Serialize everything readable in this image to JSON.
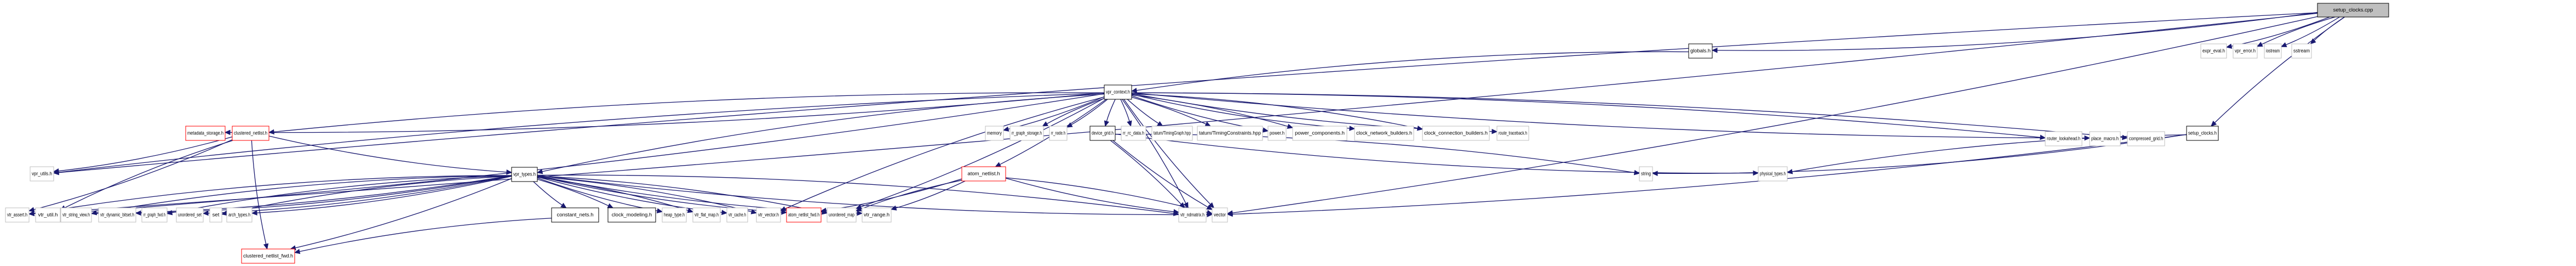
{
  "diagram": {
    "type": "include-dependency-graph",
    "root": "setup_clocks.cpp",
    "colors": {
      "edge": "#191970",
      "root_fill": "#bfbfbf",
      "root_border": "#000000",
      "documented_border": "#000000",
      "external_border": "#bfbfbf",
      "incomplete_border": "#ff0000",
      "node_fill": "#ffffff"
    },
    "nodes": [
      {
        "id": "setup_clocks_cpp",
        "label": "setup_clocks.cpp",
        "style": "root"
      },
      {
        "id": "expr_eval_h",
        "label": "expr_eval.h",
        "style": "external"
      },
      {
        "id": "vpr_error_h",
        "label": "vpr_error.h",
        "style": "external"
      },
      {
        "id": "iostream",
        "label": "iostream",
        "style": "external"
      },
      {
        "id": "sstream",
        "label": "sstream",
        "style": "external"
      },
      {
        "id": "globals_h",
        "label": "globals.h",
        "style": "documented"
      },
      {
        "id": "vpr_context_h",
        "label": "vpr_context.h",
        "style": "documented"
      },
      {
        "id": "metadata_storage_h",
        "label": "metadata_storage.h",
        "style": "incomplete"
      },
      {
        "id": "clustered_netlist_h",
        "label": "clustered_netlist.h",
        "style": "incomplete"
      },
      {
        "id": "memory",
        "label": "memory",
        "style": "external"
      },
      {
        "id": "rr_graph_storage_h",
        "label": "rr_graph_storage.h",
        "style": "external"
      },
      {
        "id": "rr_node_h",
        "label": "rr_node.h",
        "style": "external"
      },
      {
        "id": "device_grid_h",
        "label": "device_grid.h",
        "style": "documented"
      },
      {
        "id": "rr_rc_data_h",
        "label": "rr_rc_data.h",
        "style": "external"
      },
      {
        "id": "tatum_timinggraph",
        "label": "tatum/TimingGraph.hpp",
        "style": "external"
      },
      {
        "id": "tatum_timingconstraints",
        "label": "tatum/TimingConstraints.hpp",
        "style": "external"
      },
      {
        "id": "power_h",
        "label": "power.h",
        "style": "external"
      },
      {
        "id": "power_components_h",
        "label": "power_components.h",
        "style": "external"
      },
      {
        "id": "clock_network_builders_h",
        "label": "clock_network_builders.h",
        "style": "external"
      },
      {
        "id": "clock_connection_builders_h",
        "label": "clock_connection_builders.h",
        "style": "external"
      },
      {
        "id": "route_traceback_h",
        "label": "route_traceback.h",
        "style": "external"
      },
      {
        "id": "router_lookahead_h",
        "label": "router_lookahead.h",
        "style": "external"
      },
      {
        "id": "place_macro_h",
        "label": "place_macro.h",
        "style": "external"
      },
      {
        "id": "compressed_grid_h",
        "label": "compressed_grid.h",
        "style": "external"
      },
      {
        "id": "setup_clocks_h",
        "label": "setup_clocks.h",
        "style": "documented"
      },
      {
        "id": "vpr_utils_h",
        "label": "vpr_utils.h",
        "style": "external"
      },
      {
        "id": "vpr_types_h",
        "label": "vpr_types.h",
        "style": "documented"
      },
      {
        "id": "atom_netlist_h",
        "label": "atom_netlist.h",
        "style": "incomplete"
      },
      {
        "id": "string",
        "label": "string",
        "style": "external"
      },
      {
        "id": "physical_types_h",
        "label": "physical_types.h",
        "style": "external"
      },
      {
        "id": "vtr_assert_h",
        "label": "vtr_assert.h",
        "style": "external"
      },
      {
        "id": "vtr_util_h",
        "label": "vtr_util.h",
        "style": "external"
      },
      {
        "id": "vtr_string_view_h",
        "label": "vtr_string_view.h",
        "style": "external"
      },
      {
        "id": "vtr_dynamic_bitset_h",
        "label": "vtr_dynamic_bitset.h",
        "style": "external"
      },
      {
        "id": "rr_graph_fwd_h",
        "label": "rr_graph_fwd.h",
        "style": "external"
      },
      {
        "id": "unordered_set",
        "label": "unordered_set",
        "style": "external"
      },
      {
        "id": "set",
        "label": "set",
        "style": "external"
      },
      {
        "id": "arch_types_h",
        "label": "arch_types.h",
        "style": "external"
      },
      {
        "id": "constant_nets_h",
        "label": "constant_nets.h",
        "style": "documented"
      },
      {
        "id": "clock_modeling_h",
        "label": "clock_modeling.h",
        "style": "documented"
      },
      {
        "id": "heap_type_h",
        "label": "heap_type.h",
        "style": "external"
      },
      {
        "id": "vtr_flat_map_h",
        "label": "vtr_flat_map.h",
        "style": "external"
      },
      {
        "id": "vtr_cache_h",
        "label": "vtr_cache.h",
        "style": "external"
      },
      {
        "id": "vtr_vector_h",
        "label": "vtr_vector.h",
        "style": "external"
      },
      {
        "id": "atom_netlist_fwd_h",
        "label": "atom_netlist_fwd.h",
        "style": "incomplete"
      },
      {
        "id": "unordered_map",
        "label": "unordered_map",
        "style": "external"
      },
      {
        "id": "vtr_range_h",
        "label": "vtr_range.h",
        "style": "external"
      },
      {
        "id": "vtr_ndmatrix_h",
        "label": "vtr_ndmatrix.h",
        "style": "external"
      },
      {
        "id": "vector",
        "label": "vector",
        "style": "external"
      },
      {
        "id": "clustered_netlist_fwd_h",
        "label": "clustered_netlist_fwd.h",
        "style": "incomplete"
      }
    ],
    "edges": [
      [
        "setup_clocks_cpp",
        "expr_eval_h"
      ],
      [
        "setup_clocks_cpp",
        "vpr_error_h"
      ],
      [
        "setup_clocks_cpp",
        "iostream"
      ],
      [
        "setup_clocks_cpp",
        "sstream"
      ],
      [
        "setup_clocks_cpp",
        "globals_h"
      ],
      [
        "setup_clocks_cpp",
        "setup_clocks_h"
      ],
      [
        "setup_clocks_cpp",
        "vtr_assert_h"
      ],
      [
        "setup_clocks_cpp",
        "vpr_utils_h"
      ],
      [
        "setup_clocks_cpp",
        "vector"
      ],
      [
        "globals_h",
        "vpr_context_h"
      ],
      [
        "vpr_context_h",
        "metadata_storage_h"
      ],
      [
        "vpr_context_h",
        "clustered_netlist_h"
      ],
      [
        "vpr_context_h",
        "memory"
      ],
      [
        "vpr_context_h",
        "rr_graph_storage_h"
      ],
      [
        "vpr_context_h",
        "rr_node_h"
      ],
      [
        "vpr_context_h",
        "device_grid_h"
      ],
      [
        "vpr_context_h",
        "rr_rc_data_h"
      ],
      [
        "vpr_context_h",
        "tatum_timinggraph"
      ],
      [
        "vpr_context_h",
        "tatum_timingconstraints"
      ],
      [
        "vpr_context_h",
        "power_h"
      ],
      [
        "vpr_context_h",
        "power_components_h"
      ],
      [
        "vpr_context_h",
        "clock_network_builders_h"
      ],
      [
        "vpr_context_h",
        "clock_connection_builders_h"
      ],
      [
        "vpr_context_h",
        "route_traceback_h"
      ],
      [
        "vpr_context_h",
        "router_lookahead_h"
      ],
      [
        "vpr_context_h",
        "place_macro_h"
      ],
      [
        "vpr_context_h",
        "compressed_grid_h"
      ],
      [
        "vpr_context_h",
        "vpr_types_h"
      ],
      [
        "vpr_context_h",
        "atom_netlist_h"
      ],
      [
        "vpr_context_h",
        "vpr_utils_h"
      ],
      [
        "vpr_context_h",
        "vtr_ndmatrix_h"
      ],
      [
        "vpr_context_h",
        "vector"
      ],
      [
        "vpr_context_h",
        "unordered_map"
      ],
      [
        "vpr_context_h",
        "vtr_vector_h"
      ],
      [
        "vpr_context_h",
        "vtr_util_h"
      ],
      [
        "clustered_netlist_h",
        "vpr_types_h"
      ],
      [
        "clustered_netlist_h",
        "vpr_utils_h"
      ],
      [
        "clustered_netlist_h",
        "vtr_util_h"
      ],
      [
        "clustered_netlist_h",
        "vtr_assert_h"
      ],
      [
        "clustered_netlist_h",
        "clustered_netlist_fwd_h"
      ],
      [
        "device_grid_h",
        "string"
      ],
      [
        "device_grid_h",
        "physical_types_h"
      ],
      [
        "device_grid_h",
        "vtr_ndmatrix_h"
      ],
      [
        "device_grid_h",
        "vector"
      ],
      [
        "setup_clocks_h",
        "string"
      ],
      [
        "setup_clocks_h",
        "physical_types_h"
      ],
      [
        "setup_clocks_h",
        "vector"
      ],
      [
        "vpr_types_h",
        "vtr_assert_h"
      ],
      [
        "vpr_types_h",
        "vtr_util_h"
      ],
      [
        "vpr_types_h",
        "vtr_string_view_h"
      ],
      [
        "vpr_types_h",
        "vtr_dynamic_bitset_h"
      ],
      [
        "vpr_types_h",
        "rr_graph_fwd_h"
      ],
      [
        "vpr_types_h",
        "unordered_set"
      ],
      [
        "vpr_types_h",
        "set"
      ],
      [
        "vpr_types_h",
        "arch_types_h"
      ],
      [
        "vpr_types_h",
        "constant_nets_h"
      ],
      [
        "vpr_types_h",
        "clock_modeling_h"
      ],
      [
        "vpr_types_h",
        "heap_type_h"
      ],
      [
        "vpr_types_h",
        "vtr_flat_map_h"
      ],
      [
        "vpr_types_h",
        "vtr_cache_h"
      ],
      [
        "vpr_types_h",
        "vtr_vector_h"
      ],
      [
        "vpr_types_h",
        "atom_netlist_fwd_h"
      ],
      [
        "vpr_types_h",
        "unordered_map"
      ],
      [
        "vpr_types_h",
        "vtr_range_h"
      ],
      [
        "vpr_types_h",
        "vtr_ndmatrix_h"
      ],
      [
        "vpr_types_h",
        "vector"
      ],
      [
        "vpr_types_h",
        "clustered_netlist_fwd_h"
      ],
      [
        "constant_nets_h",
        "clustered_netlist_fwd_h"
      ],
      [
        "atom_netlist_h",
        "atom_netlist_fwd_h"
      ],
      [
        "atom_netlist_h",
        "unordered_map"
      ],
      [
        "atom_netlist_h",
        "vtr_range_h"
      ],
      [
        "atom_netlist_h",
        "vtr_ndmatrix_h"
      ],
      [
        "atom_netlist_h",
        "vector"
      ]
    ]
  }
}
